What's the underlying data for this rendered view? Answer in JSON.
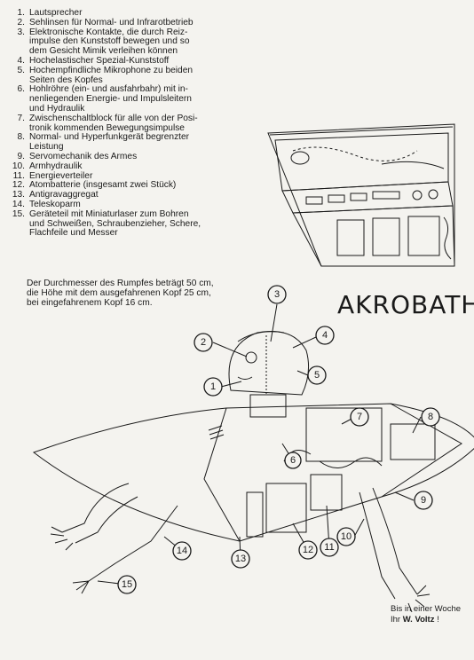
{
  "parts": [
    {
      "num": "1.",
      "lines": [
        "Lautsprecher"
      ]
    },
    {
      "num": "2.",
      "lines": [
        "Sehlinsen für Normal- und Infrarotbetrieb"
      ]
    },
    {
      "num": "3.",
      "lines": [
        "Elektronische Kontakte, die durch Reiz-",
        "impulse den Kunststoff bewegen und so",
        "dem Gesicht Mimik verleihen können"
      ]
    },
    {
      "num": "4.",
      "lines": [
        "Hochelastischer Spezial-Kunststoff"
      ]
    },
    {
      "num": "5.",
      "lines": [
        "Hochempfindliche Mikrophone zu beiden",
        "Seiten des Kopfes"
      ]
    },
    {
      "num": "6.",
      "lines": [
        "Hohlröhre (ein- und ausfahrbahr) mit in-",
        "nenliegenden Energie- und Impulsleitern",
        "und Hydraulik"
      ]
    },
    {
      "num": "7.",
      "lines": [
        "Zwischenschaltblock für alle von der Posi-",
        "tronik kommenden Bewegungsimpulse"
      ]
    },
    {
      "num": "8.",
      "lines": [
        "Normal- und Hyperfunkgerät begrenzter",
        "Leistung"
      ]
    },
    {
      "num": "9.",
      "lines": [
        "Servomechanik des Armes"
      ]
    },
    {
      "num": "10.",
      "lines": [
        "Armhydraulik"
      ]
    },
    {
      "num": "11.",
      "lines": [
        "Energieverteiler"
      ]
    },
    {
      "num": "12.",
      "lines": [
        "Atombatterie (insgesamt zwei Stück)"
      ]
    },
    {
      "num": "13.",
      "lines": [
        "Antigravaggregat"
      ]
    },
    {
      "num": "14.",
      "lines": [
        "Teleskoparm"
      ]
    },
    {
      "num": "15.",
      "lines": [
        "Geräteteil mit Miniaturlaser zum Bohren",
        "und Schweißen, Schraubenzieher, Schere,",
        "Flachfeile und Messer"
      ]
    }
  ],
  "dimensions_text": [
    "Der Durchmesser des Rumpfes beträgt 50 cm,",
    "die Höhe mit dem ausgefahrenen Kopf 25 cm,",
    "bei eingefahrenem Kopf 16 cm."
  ],
  "title": "AKROBATH",
  "signoff": {
    "line1": "Bis in einer Woche",
    "prefix": "Ihr ",
    "author": "W. Voltz",
    "suffix": " !"
  },
  "callout_labels": [
    "1",
    "2",
    "3",
    "4",
    "5",
    "6",
    "7",
    "8",
    "9",
    "10",
    "11",
    "12",
    "13",
    "14",
    "15"
  ]
}
